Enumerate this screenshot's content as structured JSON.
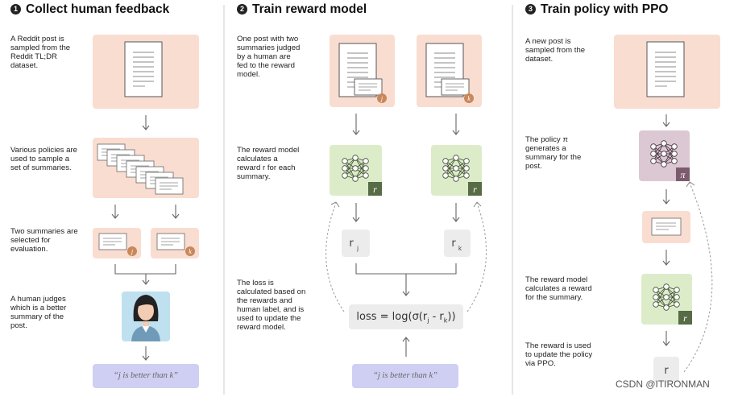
{
  "colors": {
    "peach": "#f9ddd1",
    "green": "#dcecc9",
    "mauve": "#dcc8d3",
    "lavender": "#cfcff3",
    "badge_dark": "#566b46",
    "badge_mauve": "#7c5b6d",
    "badge_orange": "#c9875a"
  },
  "steps": [
    {
      "number": "1",
      "title": "Collect human feedback",
      "texts": [
        "A Reddit post is sampled from the Reddit TL;DR dataset.",
        "Various policies are used to sample a set of summaries.",
        "Two summaries are selected for evaluation.",
        "A human judges which is a better summary of the post."
      ],
      "badges": [
        "j",
        "k"
      ],
      "judgement": "“j is better than k”"
    },
    {
      "number": "2",
      "title": "Train reward model",
      "texts": [
        "One post with two summaries judged by a human are fed to the reward model.",
        "The reward model calculates a reward r for each summary.",
        "The loss is calculated based on the rewards and human label, and is used to update the reward model."
      ],
      "badges": [
        "j",
        "k"
      ],
      "model_badge": "r",
      "reward_main": "r",
      "reward_subs": [
        "j",
        "k"
      ],
      "loss_prefix": "loss = log(σ(r",
      "loss_mid": " - r",
      "loss_suffix": "))",
      "judgement": "“j is better than k”"
    },
    {
      "number": "3",
      "title": "Train policy with PPO",
      "texts": [
        "A new post is sampled from the dataset.",
        "The policy π generates a summary for the post.",
        "The reward model calculates a reward for the summary.",
        "The reward is used to update the policy via PPO."
      ],
      "policy_badge": "π",
      "model_badge": "r",
      "reward_main": "r"
    }
  ],
  "watermark": "CSDN @ITIRONMAN"
}
